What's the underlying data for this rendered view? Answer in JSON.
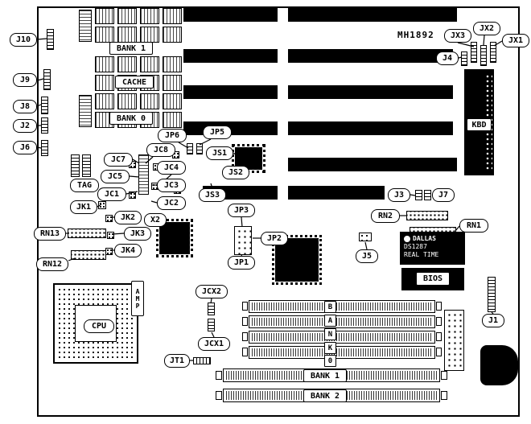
{
  "board": {
    "part_number": "MH1892"
  },
  "callouts": {
    "j10": "J10",
    "j9": "J9",
    "j8": "J8",
    "j2": "J2",
    "j6": "J6",
    "bank1_top": "BANK 1",
    "cache": "CACHE",
    "bank0_top": "BANK 0",
    "jp6": "JP6",
    "jp5": "JP5",
    "jc7": "JC7",
    "jc8": "JC8",
    "jc5": "JC5",
    "jc4": "JC4",
    "jc1": "JC1",
    "jc3": "JC3",
    "jc2": "JC2",
    "js1": "JS1",
    "js2": "JS2",
    "js3": "JS3",
    "tag": "TAG",
    "jk1": "JK1",
    "jk2": "JK2",
    "jk3": "JK3",
    "jk4": "JK4",
    "x2": "X2",
    "rn13": "RN13",
    "rn12": "RN12",
    "jp3": "JP3",
    "jp2": "JP2",
    "jp1": "JP1",
    "jx3": "JX3",
    "jx2": "JX2",
    "jx1": "JX1",
    "j4": "J4",
    "kbd": "KBD",
    "j3": "J3",
    "j7": "J7",
    "rn2": "RN2",
    "rn1": "RN1",
    "j5": "J5",
    "bios": "BIOS",
    "j1": "J1",
    "cpu": "CPU",
    "amp": "AMP",
    "jcx2": "JCX2",
    "jcx1": "JCX1",
    "jt1": "JT1",
    "bank1_bottom": "BANK 1",
    "bank2_bottom": "BANK 2"
  },
  "bank0_vertical": [
    "B",
    "A",
    "N",
    "K",
    "0"
  ],
  "dallas_chip": {
    "brand": "DALLAS",
    "model": "DS1287",
    "type": "REAL TIME"
  },
  "colors": {
    "line": "#000000",
    "background": "#ffffff"
  }
}
